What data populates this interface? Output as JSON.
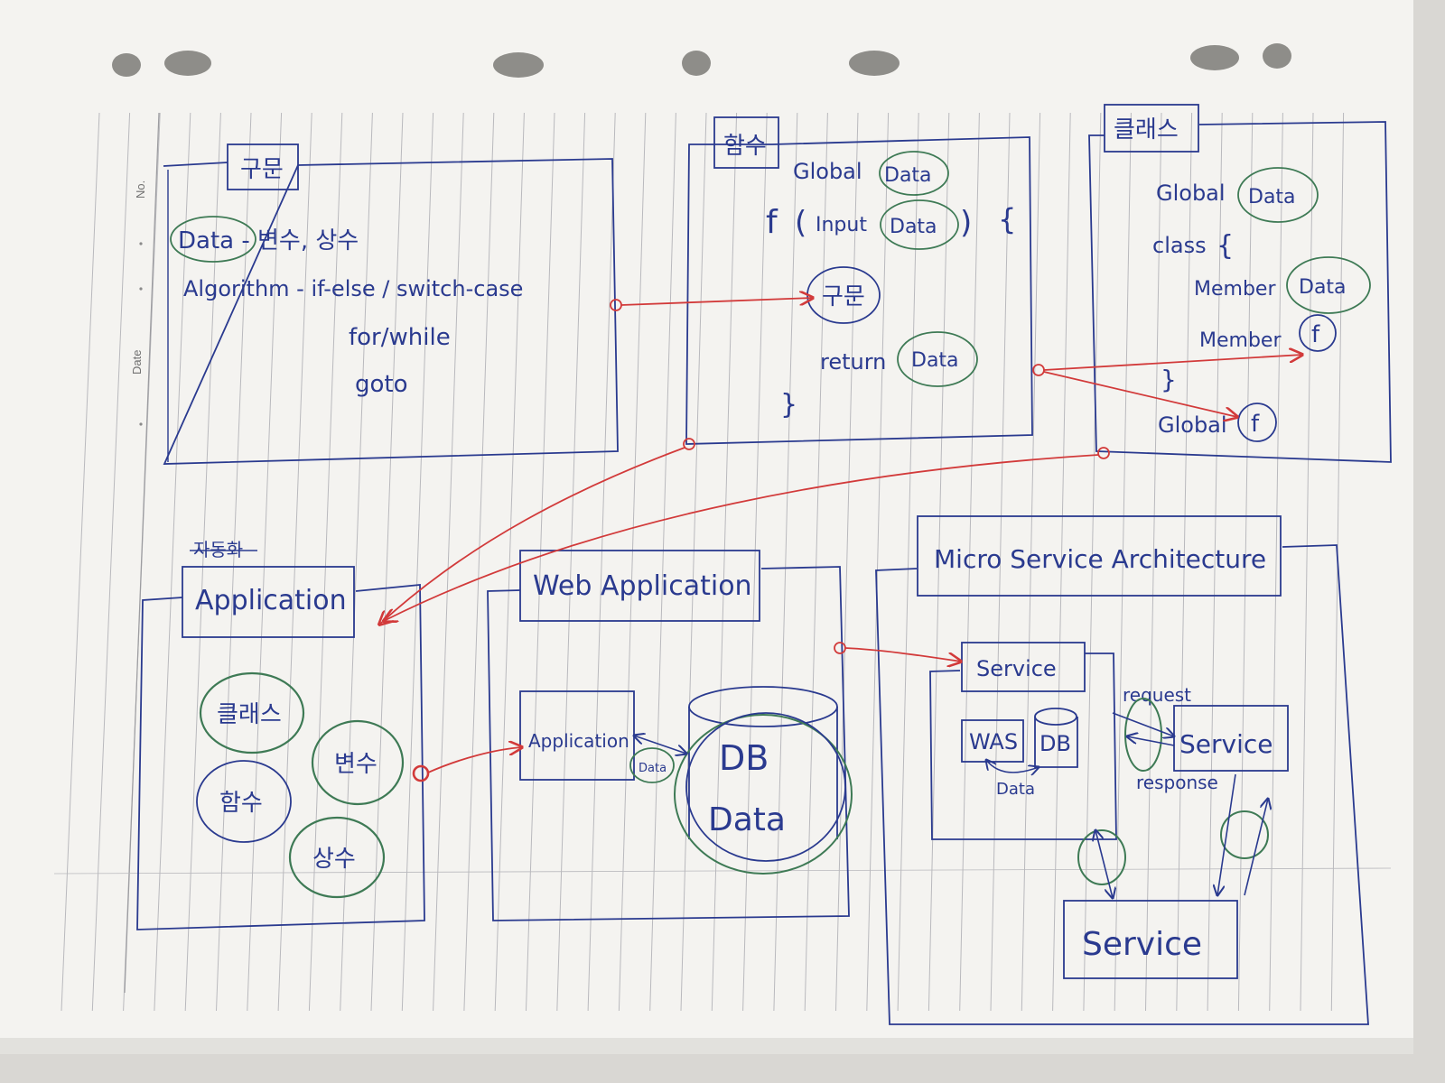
{
  "paper": {
    "margin_labels": {
      "no": "No.",
      "date": "Date"
    }
  },
  "colors": {
    "paper": "#f4f3f0",
    "rule": "#b9b9bd",
    "ink_blue": "#2a3a8f",
    "ink_green": "#3e7a55",
    "ink_red": "#d23a3a"
  },
  "boxes": {
    "statement": {
      "title": "구문",
      "lines": [
        "Data - 변수, 상수",
        "Algorithm - if-else / switch-case",
        "for/while",
        "goto"
      ],
      "circled": "Data"
    },
    "function": {
      "title": "함수",
      "global": "Global",
      "global_data": "Data",
      "f": "f",
      "input": "Input",
      "input_data": "Data",
      "open_brace": "{",
      "body": "구문",
      "return": "return",
      "return_data": "Data",
      "close_brace": "}"
    },
    "class": {
      "title": "클래스",
      "global": "Global",
      "global_data": "Data",
      "class_kw": "class",
      "open_brace": "{",
      "member1": "Member",
      "member_data": "Data",
      "member2": "Member",
      "member_f": "f",
      "close_brace": "}",
      "global2": "Global",
      "global_f": "f"
    },
    "application": {
      "struck_label": "자동화",
      "title": "Application",
      "circles": [
        "클래스",
        "변수",
        "함수",
        "상수"
      ]
    },
    "web_application": {
      "title": "Web Application",
      "inner_app": "Application",
      "link_data": "Data",
      "db_line1": "DB",
      "db_line2": "Data"
    },
    "msa": {
      "title": "Micro Service Architecture",
      "service_top": "Service",
      "was": "WAS",
      "db": "DB",
      "data": "Data",
      "request": "request",
      "response": "response",
      "service_right": "Service",
      "service_bottom": "Service"
    }
  }
}
